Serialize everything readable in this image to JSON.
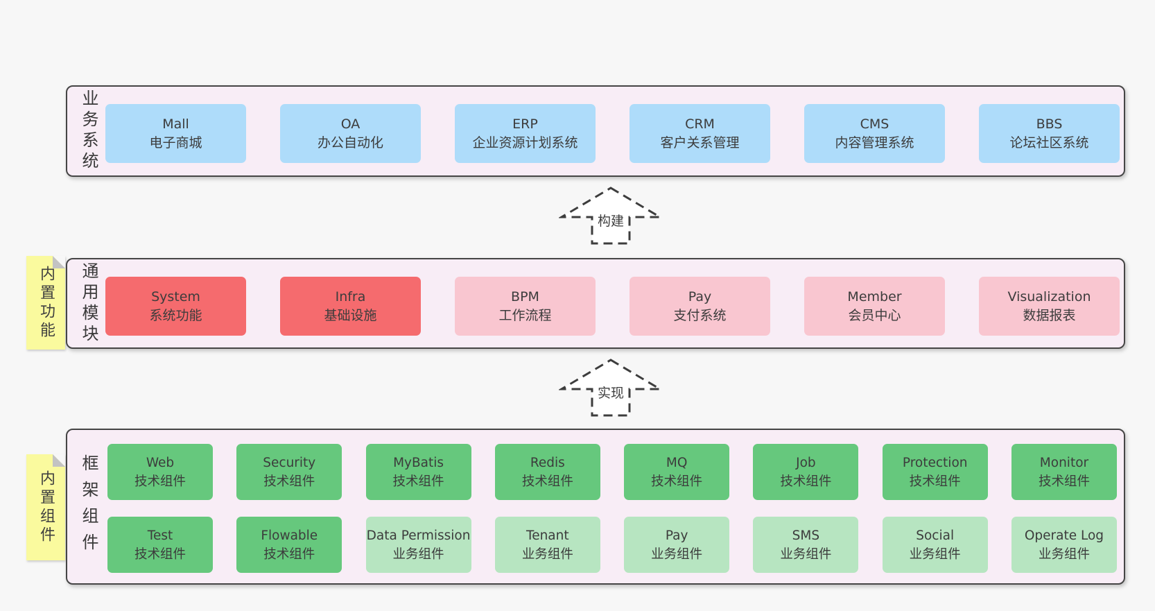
{
  "page": {
    "background": "#f7f7f7"
  },
  "colors": {
    "panel_bg": "#f8edf6",
    "panel_border": "#454545",
    "blue_box": "#aedcfa",
    "red_box": "#f56b6e",
    "pink_box": "#f9c6d0",
    "green_box": "#66c87d",
    "light_green_box": "#b7e5c1",
    "sticky_yellow": "#fafa9e",
    "fold_gray": "#c3c3c3",
    "text": "#3c3c3c"
  },
  "arrows": [
    {
      "label": "构建"
    },
    {
      "label": "实现"
    }
  ],
  "layers": {
    "business": {
      "label": "业务系统",
      "boxes": [
        {
          "name": "Mall",
          "desc": "电子商城"
        },
        {
          "name": "OA",
          "desc": "办公自动化"
        },
        {
          "name": "ERP",
          "desc": "企业资源计划系统"
        },
        {
          "name": "CRM",
          "desc": "客户关系管理"
        },
        {
          "name": "CMS",
          "desc": "内容管理系统"
        },
        {
          "name": "BBS",
          "desc": "论坛社区系统"
        }
      ]
    },
    "modules": {
      "label": "通用模块",
      "sticky": "内置功能",
      "boxes": [
        {
          "name": "System",
          "desc": "系统功能"
        },
        {
          "name": "Infra",
          "desc": "基础设施"
        },
        {
          "name": "BPM",
          "desc": "工作流程"
        },
        {
          "name": "Pay",
          "desc": "支付系统"
        },
        {
          "name": "Member",
          "desc": "会员中心"
        },
        {
          "name": "Visualization",
          "desc": "数据报表"
        }
      ]
    },
    "components": {
      "label": "框架组件",
      "sticky": "内置组件",
      "row1": [
        {
          "name": "Web",
          "desc": "技术组件"
        },
        {
          "name": "Security",
          "desc": "技术组件"
        },
        {
          "name": "MyBatis",
          "desc": "技术组件"
        },
        {
          "name": "Redis",
          "desc": "技术组件"
        },
        {
          "name": "MQ",
          "desc": "技术组件"
        },
        {
          "name": "Job",
          "desc": "技术组件"
        },
        {
          "name": "Protection",
          "desc": "技术组件"
        },
        {
          "name": "Monitor",
          "desc": "技术组件"
        }
      ],
      "row2": [
        {
          "name": "Test",
          "desc": "技术组件"
        },
        {
          "name": "Flowable",
          "desc": "技术组件"
        },
        {
          "name": "Data Permission",
          "desc": "业务组件"
        },
        {
          "name": "Tenant",
          "desc": "业务组件"
        },
        {
          "name": "Pay",
          "desc": "业务组件"
        },
        {
          "name": "SMS",
          "desc": "业务组件"
        },
        {
          "name": "Social",
          "desc": "业务组件"
        },
        {
          "name": "Operate Log",
          "desc": "业务组件"
        }
      ]
    }
  }
}
